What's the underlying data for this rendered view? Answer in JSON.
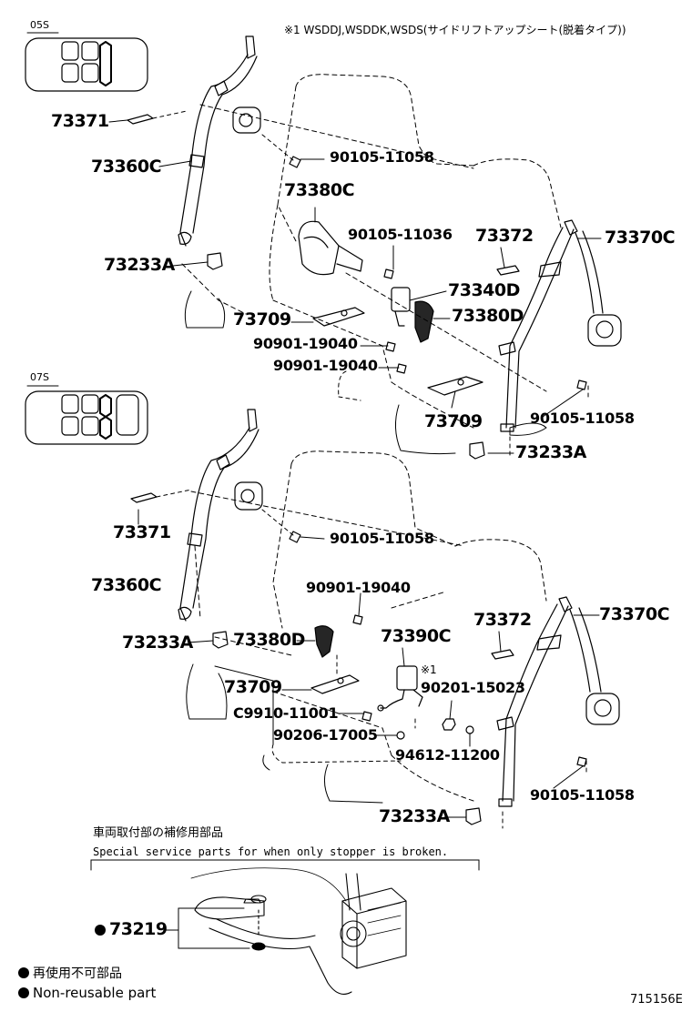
{
  "note_top": "※1 WSDDJ,WSDDK,WSDS(サイドリフトアップシート(脱着タイプ))",
  "variants": {
    "s05": "05S",
    "s07": "07S"
  },
  "labels_top": {
    "p73371": "73371",
    "p73360c": "73360C",
    "p73233a_left": "73233A",
    "p73709_left": "73709",
    "p73380c": "73380C",
    "p90105_11058_a": "90105-11058",
    "p90105_11036": "90105-11036",
    "p73372": "73372",
    "p73370c": "73370C",
    "p73340d": "73340D",
    "p73380d": "73380D",
    "p90901_19040_a": "90901-19040",
    "p90901_19040_b": "90901-19040",
    "p73709_right": "73709",
    "p90105_11058_b": "90105-11058",
    "p73233a_right": "73233A"
  },
  "labels_bottom": {
    "p73371": "73371",
    "p90105_11058_a": "90105-11058",
    "p73360c": "73360C",
    "p90901_19040": "90901-19040",
    "p73233a_left": "73233A",
    "p73380d": "73380D",
    "p73390c": "73390C",
    "p73372": "73372",
    "p73370c": "73370C",
    "p73709": "73709",
    "note_mark": "※1",
    "p90201_15023": "90201-15023",
    "p_c9910_11001": "C9910-11001",
    "p90206_17005": "90206-17005",
    "p94612_11200": "94612-11200",
    "p90105_11058_b": "90105-11058",
    "p73233a_right": "73233A"
  },
  "repair": {
    "title_jp": "車両取付部の補修用部品",
    "title_en": "Special service parts for when only stopper is broken.",
    "part": "73219"
  },
  "legend": {
    "jp": "再使用不可部品",
    "en": "Non-reusable part"
  },
  "figure_id": "715156E"
}
